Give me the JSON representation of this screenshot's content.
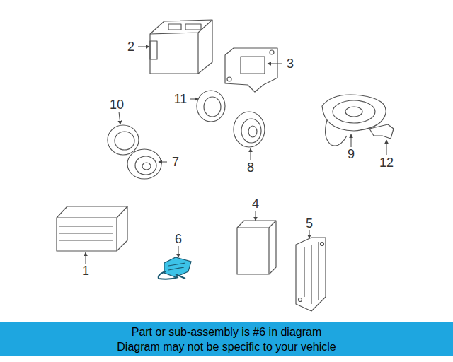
{
  "diagram": {
    "nodes": [
      {
        "text": [
          "Part or sub-assembly is #6 in diagram",
          "Diagram may not be specific to your vehicle"
        ]
      }
    ],
    "labels": [
      "2",
      "3",
      "10",
      "11",
      "7",
      "8",
      "9",
      "12",
      "6",
      "4",
      "5",
      "1"
    ]
  }
}
